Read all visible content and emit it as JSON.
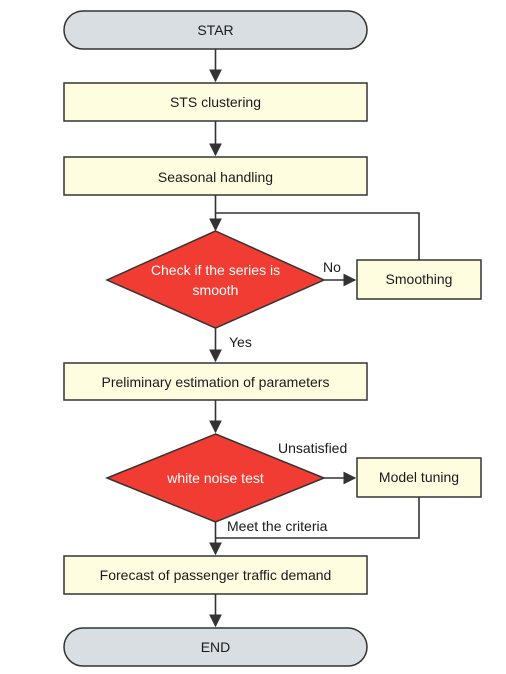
{
  "colors": {
    "terminal_fill": "#d9dee2",
    "process_fill": "#fffde0",
    "decision_fill": "#f03c32",
    "border": "#333333",
    "line": "#333333"
  },
  "nodes": {
    "start": "STAR",
    "clustering": "STS clustering",
    "seasonal": "Seasonal handling",
    "check_smooth_line1": "Check if the series is",
    "check_smooth_line2": "smooth",
    "smoothing": "Smoothing",
    "estimation": "Preliminary estimation of parameters",
    "white_noise": "white noise test",
    "model_tuning": "Model tuning",
    "forecast": "Forecast of passenger traffic demand",
    "end": "END"
  },
  "edge_labels": {
    "no": "No",
    "yes": "Yes",
    "unsatisfied": "Unsatisfied",
    "meet_criteria": "Meet the criteria"
  }
}
